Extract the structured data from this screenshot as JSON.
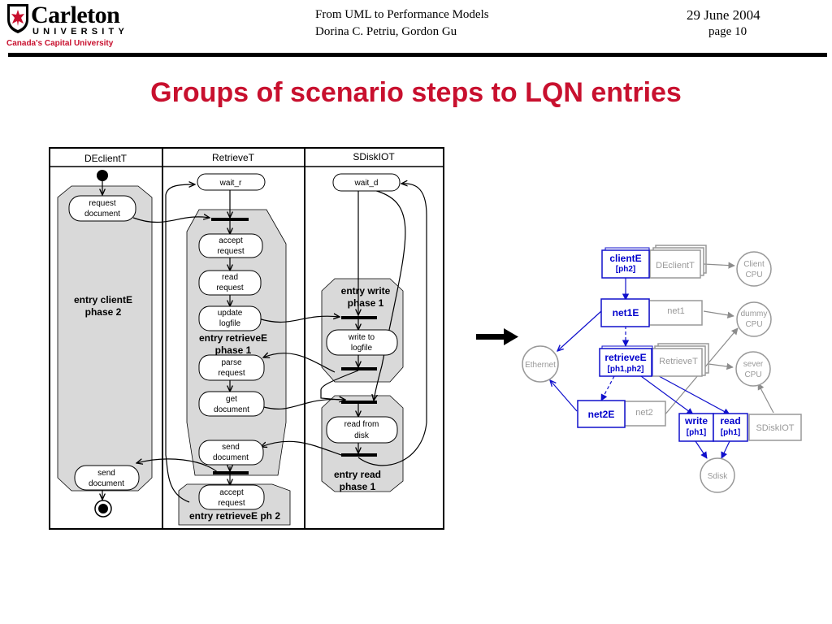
{
  "header": {
    "logo_name": "Carleton",
    "logo_university": "UNIVERSITY",
    "logo_tagline": "Canada's Capital University",
    "subtitle_line1": "From UML to Performance Models",
    "subtitle_line2": "Dorina C. Petriu, Gordon Gu",
    "date": "29 June 2004",
    "page": "page 10",
    "brand_color": "#c8102e"
  },
  "title": "Groups of scenario steps to LQN entries",
  "activity": {
    "swimlanes": [
      "DEclientT",
      "RetrieveT",
      "SDiskIOT"
    ],
    "client": {
      "request": [
        "request",
        "document"
      ],
      "send": [
        "send",
        "document"
      ],
      "group": [
        "entry clientE",
        "phase 2"
      ]
    },
    "retrieve": {
      "wait": "wait_r",
      "accept": [
        "accept",
        "request"
      ],
      "read": [
        "read",
        "request"
      ],
      "update": [
        "update",
        "logfile"
      ],
      "parse": [
        "parse",
        "request"
      ],
      "get": [
        "get",
        "document"
      ],
      "send": [
        "send",
        "document"
      ],
      "accept2": [
        "accept",
        "request"
      ],
      "group1": [
        "entry retrieveE",
        "phase 1"
      ],
      "group2": "entry retrieveE ph 2"
    },
    "disk": {
      "wait": "wait_d",
      "write": [
        "write to",
        "logfile"
      ],
      "read": [
        "read from",
        "disk"
      ],
      "group_write": [
        "entry write",
        "phase 1"
      ],
      "group_read": [
        "entry read",
        "phase 1"
      ]
    },
    "group_fill": "#d9d9d9"
  },
  "lqn": {
    "client_entry": [
      "clientE",
      "[ph2]"
    ],
    "client_task": "DEclientT",
    "net1_entry": "net1E",
    "net1_task": "net1",
    "retrieve_entry": [
      "retrieveE",
      "[ph1,ph2]"
    ],
    "retrieve_task": "RetrieveT",
    "net2_entry": "net2E",
    "net2_task": "net2",
    "write_entry": [
      "write",
      "[ph1]"
    ],
    "read_entry": [
      "read",
      "[ph1]"
    ],
    "disk_task": "SDiskIOT",
    "proc_client": [
      "Client",
      "CPU"
    ],
    "proc_dummy": [
      "dummy",
      "CPU"
    ],
    "proc_server": [
      "sever",
      "CPU"
    ],
    "proc_ethernet": "Ethernet",
    "proc_sdisk": "Sdisk",
    "entry_color": "#0000cc",
    "task_color": "#999999"
  }
}
